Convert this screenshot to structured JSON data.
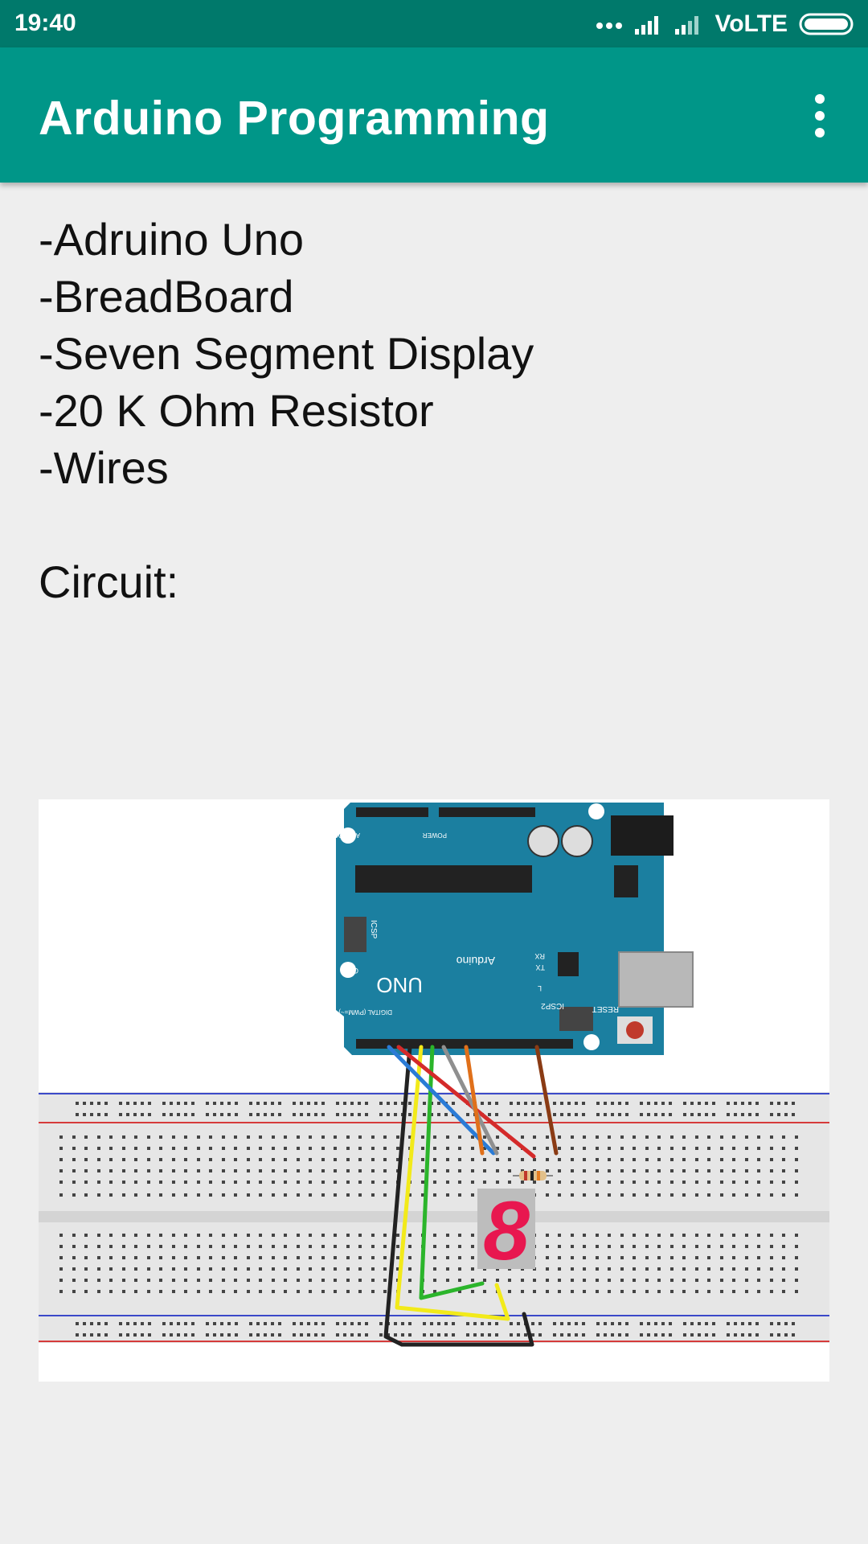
{
  "status_bar": {
    "time": "19:40",
    "network": "VoLTE",
    "icons": [
      "more-dots-icon",
      "signal-icon",
      "signal-icon-2",
      "battery-icon"
    ]
  },
  "app_bar": {
    "title": "Arduino Programming",
    "menu_icon": "overflow-menu-icon"
  },
  "content": {
    "components": [
      "-Adruino Uno",
      "-BreadBoard",
      "-Seven Segment Display",
      "-20 K Ohm Resistor",
      "-Wires"
    ],
    "circuit_label": "Circuit:"
  },
  "diagram": {
    "board_labels": {
      "uno": "UNO",
      "brand": "Arduino",
      "icsp": "ICSP",
      "icsp2": "ICSP2",
      "reset": "RESET",
      "on": "ON",
      "tx": "TX",
      "rx": "RX",
      "l": "L",
      "analog_in": "ANALOG IN",
      "power": "POWER",
      "digital": "DIGITAL (PWM=~)"
    },
    "display_digit": "8",
    "colors": {
      "board": "#1b7fa0",
      "breadboard": "#e6e6e6",
      "segment": "#e8174f",
      "wire_black": "#222222",
      "wire_yellow": "#f2ea1a",
      "wire_green": "#2bb52b",
      "wire_blue": "#2a7bd6",
      "wire_red": "#d42a2a",
      "wire_gray": "#8f8f8f",
      "wire_orange": "#e0701a",
      "wire_brown": "#8a3b14"
    }
  }
}
